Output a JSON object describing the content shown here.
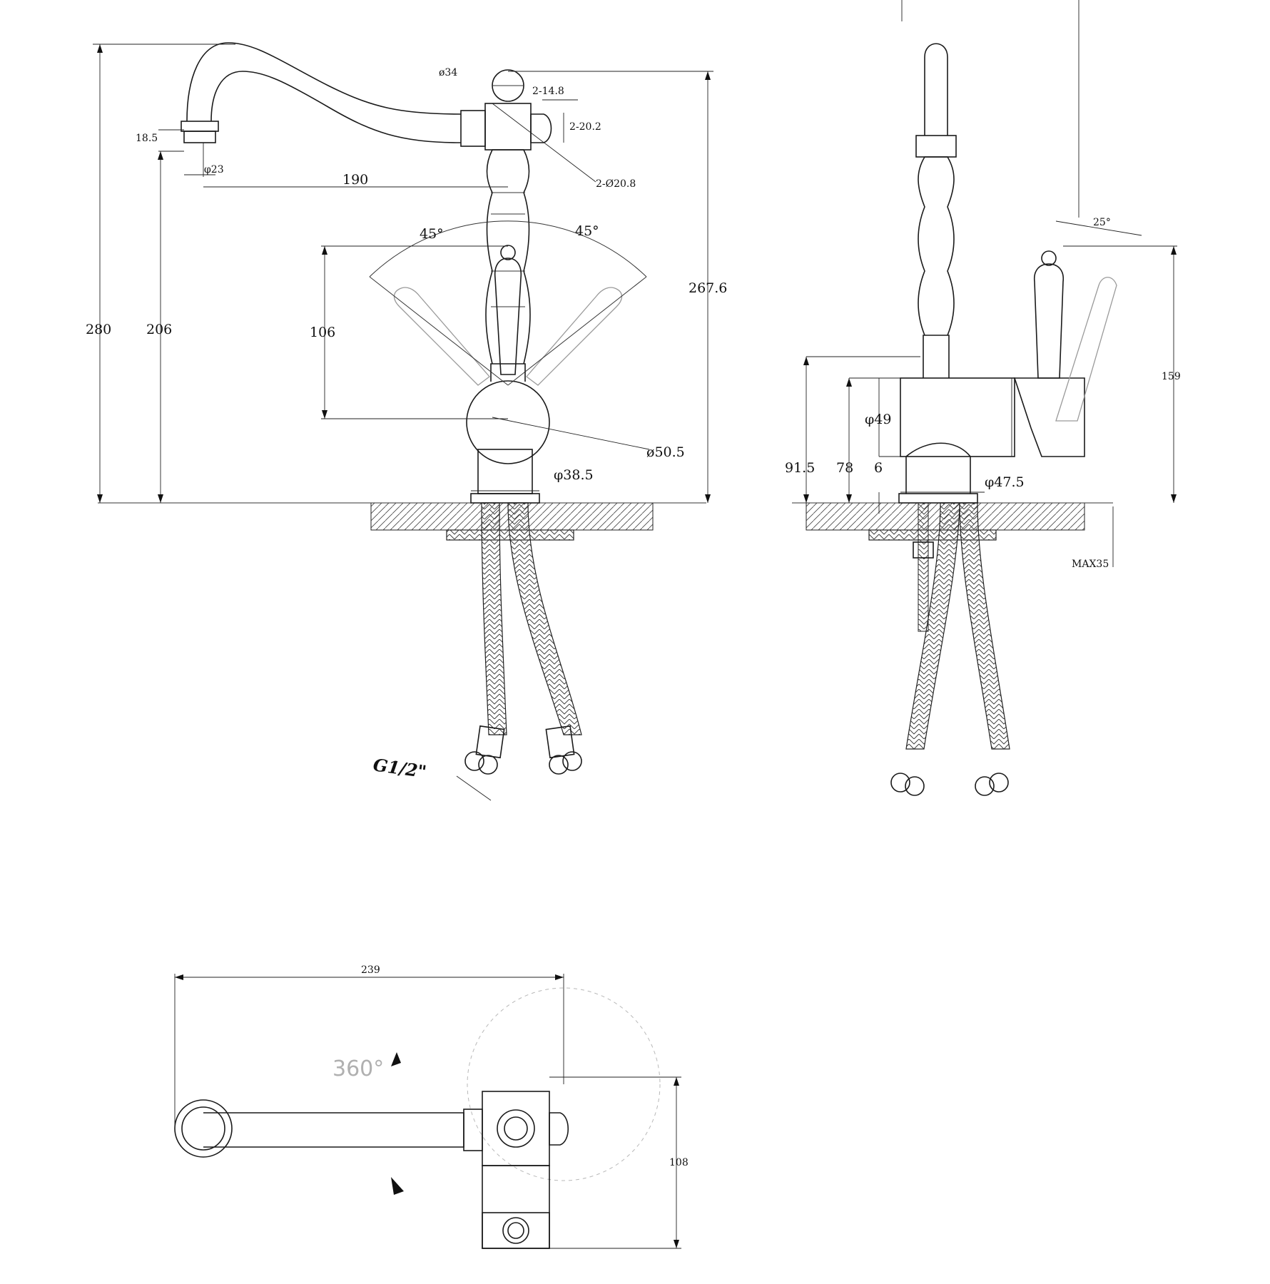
{
  "front_view": {
    "dims": {
      "d_top_knob": "ø34",
      "side_knob_w": "2-14.8",
      "side_knob_h": "2-20.2",
      "side_knob_d": "2-Ø20.8",
      "aerator_h": "18.5",
      "aerator_d": "φ23",
      "spout_reach": "190",
      "angle_left": "45°",
      "angle_right": "45°",
      "handle_h": "106",
      "body_h": "267.6",
      "total_h": "280",
      "spout_h": "206",
      "ball_d": "ø50.5",
      "base_d": "φ38.5",
      "thread": "G1/2\""
    }
  },
  "side_view": {
    "dims": {
      "tilt_angle": "25°",
      "lever_h": "159",
      "body_d": "φ49",
      "h_91_5": "91.5",
      "h_78": "78",
      "h_6": "6",
      "base_d": "φ47.5",
      "max_deck": "MAX35"
    }
  },
  "top_view": {
    "dims": {
      "length": "239",
      "width": "108",
      "rotation": "360°"
    }
  }
}
